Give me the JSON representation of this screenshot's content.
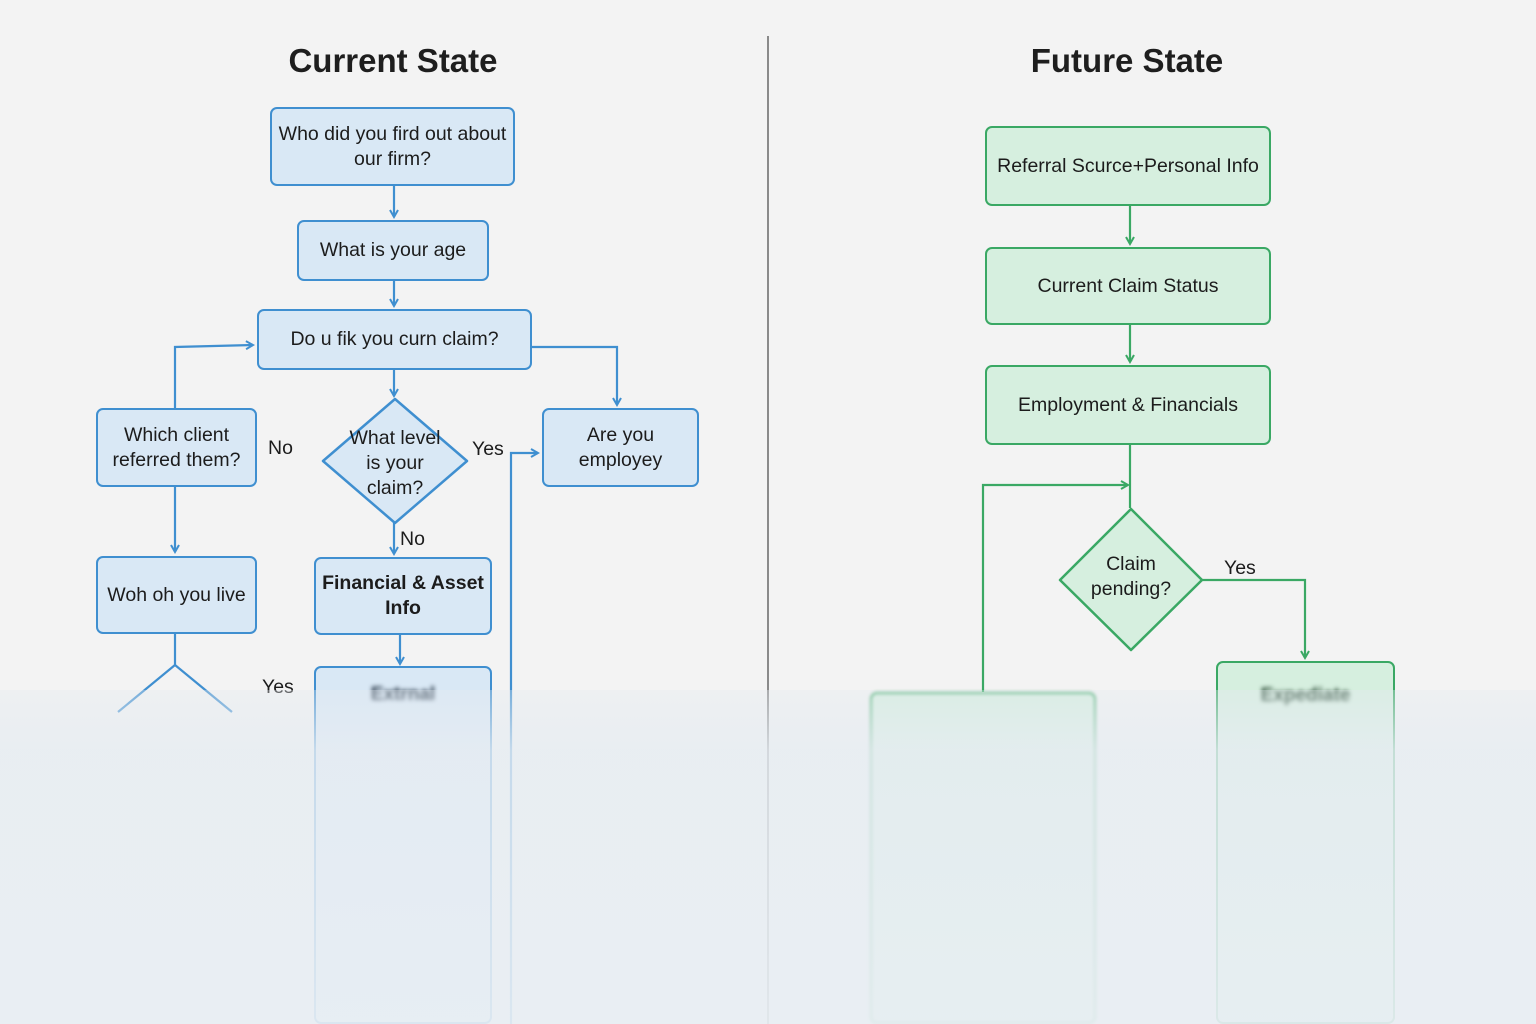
{
  "current_state": {
    "title": "Current State",
    "nodes": {
      "referral": "Who did you fird out about our firm?",
      "age": "What is your age",
      "claim": "Do u fik you curn claim?",
      "which_client": "Which client referred them?",
      "level_claim": "What level is your claim?",
      "employey": "Are you employey",
      "live": "Woh oh you live",
      "financial": "Financial & Asset Info",
      "external": "Extrnal"
    },
    "labels": {
      "no_left": "No",
      "yes_right": "Yes",
      "no_down": "No",
      "yes_bottom": "Yes"
    }
  },
  "future_state": {
    "title": "Future State",
    "nodes": {
      "referral": "Referral Scurce+Personal Info",
      "claim_status": "Current Claim Status",
      "employment": "Employment & Financials",
      "pending": "Claim pending?",
      "bottom_right": "Expediate"
    },
    "labels": {
      "yes": "Yes"
    }
  },
  "colors": {
    "blue_fill": "#d9e8f5",
    "blue_stroke": "#3f8fd0",
    "green_fill": "#d6efdf",
    "green_stroke": "#3aa864",
    "background": "#f3f3f3"
  }
}
